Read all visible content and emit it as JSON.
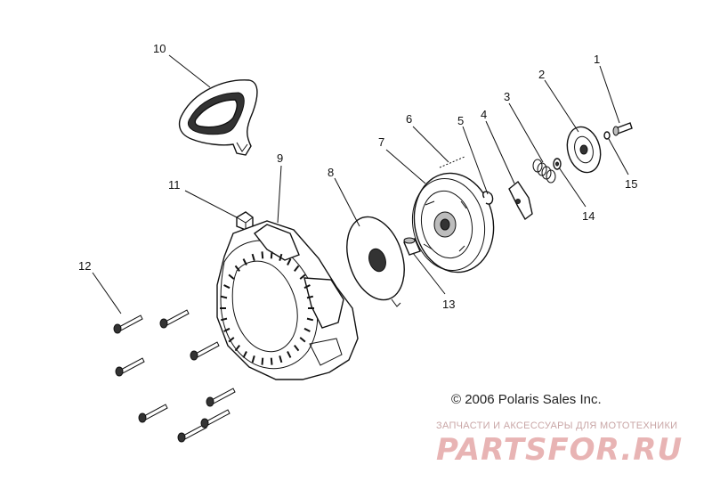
{
  "callouts": [
    {
      "id": "1",
      "label": "1"
    },
    {
      "id": "2",
      "label": "2"
    },
    {
      "id": "3",
      "label": "3"
    },
    {
      "id": "4",
      "label": "4"
    },
    {
      "id": "5",
      "label": "5"
    },
    {
      "id": "6",
      "label": "6"
    },
    {
      "id": "7",
      "label": "7"
    },
    {
      "id": "8",
      "label": "8"
    },
    {
      "id": "9",
      "label": "9"
    },
    {
      "id": "10",
      "label": "10"
    },
    {
      "id": "11",
      "label": "11"
    },
    {
      "id": "12",
      "label": "12"
    },
    {
      "id": "13",
      "label": "13"
    },
    {
      "id": "14",
      "label": "14"
    },
    {
      "id": "15",
      "label": "15"
    }
  ],
  "copyright": "© 2006 Polaris Sales Inc.",
  "watermark": {
    "tagline": "ЗАПЧАСТИ И АКСЕССУАРЫ ДЛЯ МОТОТЕХНИКИ",
    "brand": "PARTSFOR.RU"
  }
}
